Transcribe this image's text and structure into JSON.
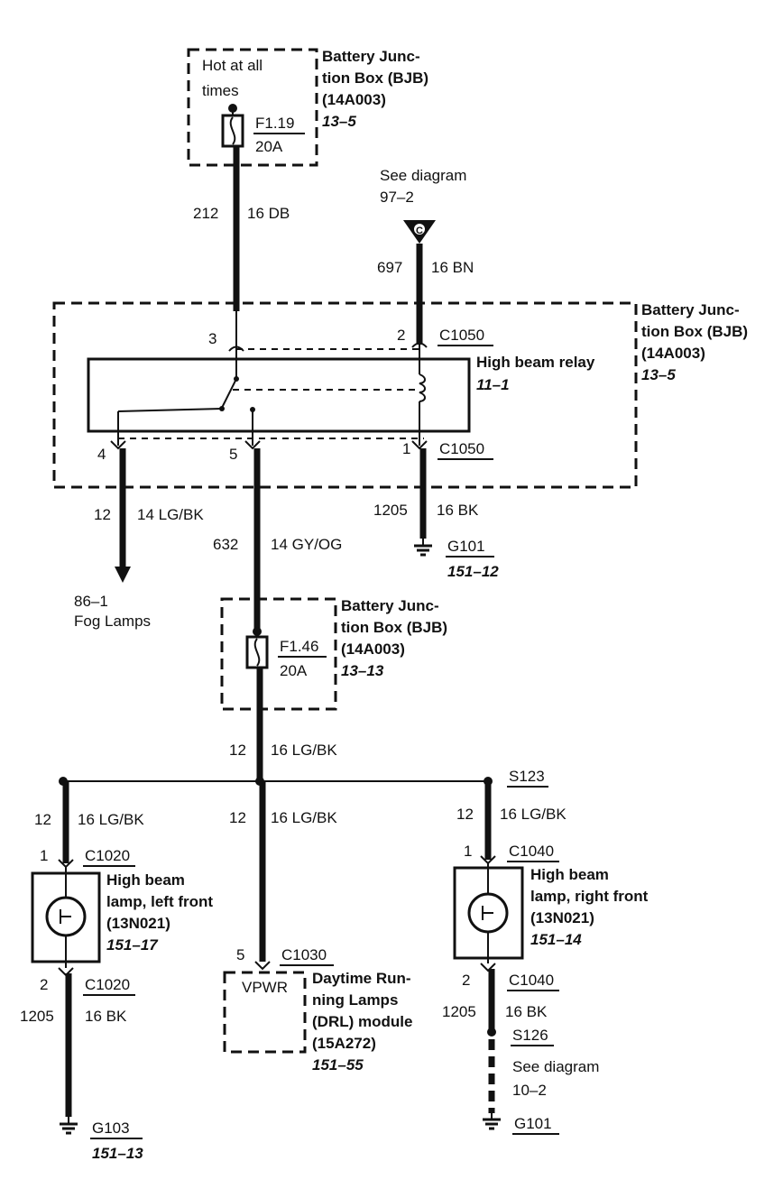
{
  "bjb_top": {
    "hot_line1": "Hot at all",
    "hot_line2": "times",
    "fuse_id": "F1.19",
    "fuse_rating": "20A",
    "name_l1": "Battery Junc-",
    "name_l2": "tion Box (BJB)",
    "part": "(14A003)",
    "ref": "13–5"
  },
  "see_diagram_top": {
    "line1": "See diagram",
    "line2": "97–2"
  },
  "wires_top": [
    {
      "circuit": "212",
      "gauge_color": "16 DB"
    },
    {
      "circuit": "697",
      "gauge_color": "16 BN"
    }
  ],
  "relay_box": {
    "pin_3": "3",
    "pin_2": "2",
    "connector_top": "C1050",
    "relay_name": "High beam relay",
    "relay_ref": "11–1",
    "bjb_l1": "Battery Junc-",
    "bjb_l2": "tion Box (BJB)",
    "bjb_part": "(14A003)",
    "bjb_ref": "13–5",
    "pin_4": "4",
    "pin_5": "5",
    "pin_1": "1",
    "connector_bottom": "C1050"
  },
  "wires_mid": [
    {
      "circuit": "12",
      "gauge_color": "14 LG/BK"
    },
    {
      "circuit": "632",
      "gauge_color": "14 GY/OG"
    },
    {
      "circuit": "1205",
      "gauge_color": "16 BK"
    }
  ],
  "ground_g101_top": {
    "id": "G101",
    "ref": "151–12"
  },
  "fog": {
    "line1": "86–1",
    "line2": "Fog Lamps"
  },
  "bjb_mid": {
    "fuse_id": "F1.46",
    "fuse_rating": "20A",
    "name_l1": "Battery Junc-",
    "name_l2": "tion Box (BJB)",
    "part": "(14A003)",
    "ref": "13–13"
  },
  "wire_after_fuse": {
    "circuit": "12",
    "gauge_color": "16 LG/BK"
  },
  "splice": {
    "id": "S123"
  },
  "left_lamp": {
    "wire_circuit": "12",
    "wire_gc": "16 LG/BK",
    "pin_top": "1",
    "conn_top": "C1020",
    "name_l1": "High beam",
    "name_l2": "lamp, left front",
    "part": "(13N021)",
    "ref": "151–17",
    "pin_bot": "2",
    "conn_bot": "C1020",
    "gnd_circuit": "1205",
    "gnd_gc": "16 BK",
    "ground_id": "G103",
    "ground_ref": "151–13"
  },
  "drl": {
    "wire_circuit": "12",
    "wire_gc": "16 LG/BK",
    "pin": "5",
    "conn": "C1030",
    "terminal": "VPWR",
    "name_l1": "Daytime Run-",
    "name_l2": "ning Lamps",
    "name_l3": "(DRL) module",
    "part": "(15A272)",
    "ref": "151–55"
  },
  "right_lamp": {
    "wire_circuit": "12",
    "wire_gc": "16 LG/BK",
    "pin_top": "1",
    "conn_top": "C1040",
    "name_l1": "High beam",
    "name_l2": "lamp, right front",
    "part": "(13N021)",
    "ref": "151–14",
    "pin_bot": "2",
    "conn_bot": "C1040",
    "gnd_circuit": "1205",
    "gnd_gc": "16 BK",
    "splice_id": "S126",
    "see_l1": "See diagram",
    "see_l2": "10–2",
    "ground_id": "G101"
  }
}
